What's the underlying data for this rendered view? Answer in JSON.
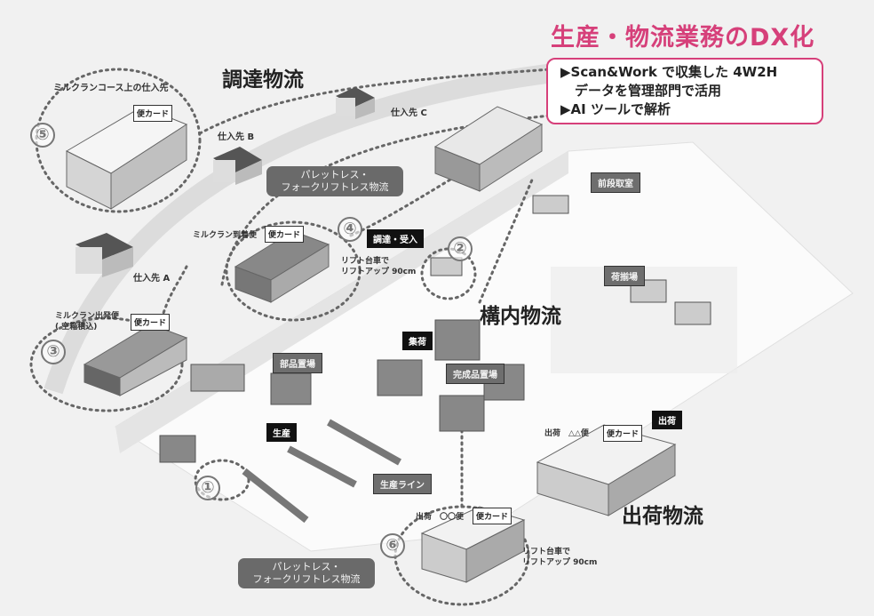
{
  "title": "生産・物流業務のDX化",
  "info_box": {
    "line1": "▶Scan&Work で収集した 4W2H",
    "line2": "データを管理部門で活用",
    "line3": "▶AI ツールで解析"
  },
  "areas": {
    "procurement": "調達物流",
    "internal": "構内物流",
    "shipping": "出荷物流"
  },
  "suppliers": {
    "course": "ミルクランコース上の仕入先",
    "a": "仕入先 A",
    "b": "仕入先 B",
    "c": "仕入先 C"
  },
  "palletless_top": {
    "line1": "パレットレス・",
    "line2": "フォークリフトレス物流"
  },
  "palletless_bottom": {
    "line1": "パレットレス・",
    "line2": "フォークリフトレス物流"
  },
  "milkrun_arrival": "ミルクラン到着便",
  "milkrun_departure": {
    "line1": "ミルクラン出発便",
    "line2": "( 空箱積込)"
  },
  "card_label": "便カード",
  "lift": {
    "line1": "リフト台車で",
    "line2": "リフトアップ 90cm"
  },
  "black_labels": {
    "receiving": "調達・受入",
    "collection": "集荷",
    "production": "生産",
    "shipping": "出荷"
  },
  "grey_labels": {
    "prep_room": "前段取室",
    "assembly": "荷揃場",
    "parts_area": "部品置場",
    "finished_area": "完成品置場",
    "production_line": "生産ライン"
  },
  "shipping_triangle": {
    "label": "出荷",
    "run": "△△便"
  },
  "shipping_circle": {
    "label": "出荷",
    "run": "〇〇便"
  },
  "numbers": [
    "①",
    "②",
    "③",
    "④",
    "⑤",
    "⑥"
  ],
  "colors": {
    "accent": "#d6407a"
  }
}
